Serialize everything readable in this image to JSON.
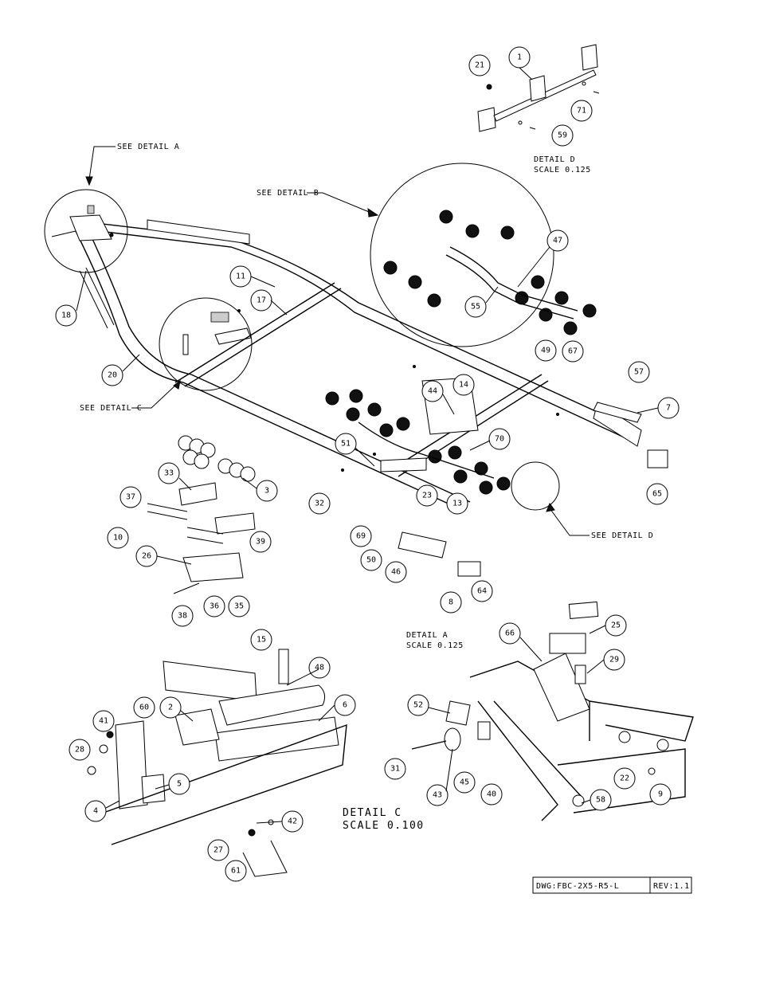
{
  "callouts": [
    "21",
    "1",
    "71",
    "59",
    "11",
    "17",
    "18",
    "20",
    "47",
    "55",
    "49",
    "67",
    "57",
    "7",
    "44",
    "14",
    "51",
    "70",
    "65",
    "23",
    "13",
    "33",
    "3",
    "37",
    "10",
    "39",
    "32",
    "69",
    "50",
    "46",
    "8",
    "64",
    "26",
    "38",
    "36",
    "35",
    "15",
    "48",
    "6",
    "2",
    "60",
    "41",
    "28",
    "5",
    "4",
    "42",
    "27",
    "61",
    "66",
    "25",
    "29",
    "52",
    "31",
    "43",
    "45",
    "40",
    "58",
    "22",
    "9"
  ],
  "labels": {
    "see_detail_a": "SEE DETAIL  A",
    "see_detail_b": "SEE DETAIL  B",
    "see_detail_c": "SEE DETAIL  C",
    "see_detail_d": "SEE DETAIL  D",
    "detail_d_title": "DETAIL  D",
    "detail_d_scale": "SCALE  0.125",
    "detail_a_title": "DETAIL  A",
    "detail_a_scale": "SCALE  0.125",
    "detail_c_title": "DETAIL  C",
    "detail_c_scale": "SCALE  0.100"
  },
  "title_block": {
    "drawing_number": "DWG:FBC-2X5-R5-L",
    "revision": "REV:1.1"
  }
}
